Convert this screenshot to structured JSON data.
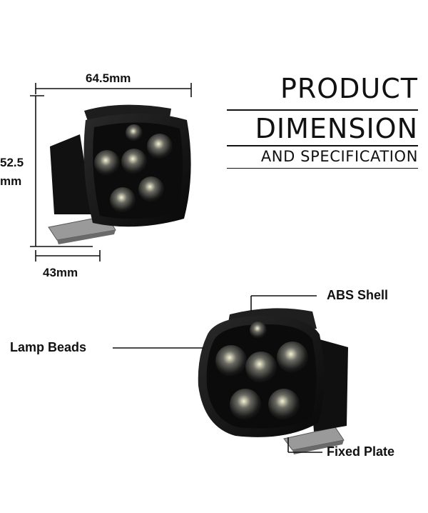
{
  "heading": {
    "line1": "PRODUCT",
    "line2": "DIMENSION",
    "line3": "AND SPECIFICATION"
  },
  "dimensions": {
    "width": "64.5mm",
    "height_value": "52.5",
    "height_unit": "mm",
    "depth": "43mm"
  },
  "callouts": {
    "shell": "ABS Shell",
    "beads": "Lamp Beads",
    "plate": "Fixed Plate"
  },
  "colors": {
    "housing": "#141414",
    "lens_glow": "#f2f0c8",
    "plate": "#9a9a9a"
  }
}
